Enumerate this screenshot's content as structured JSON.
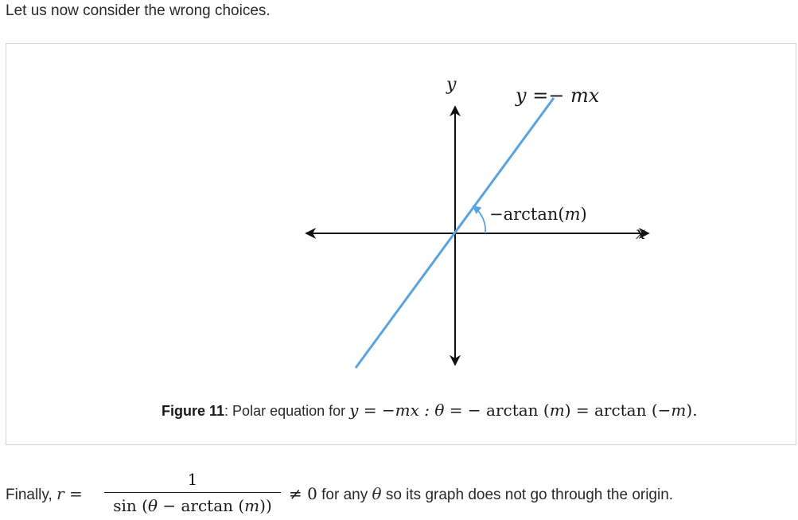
{
  "intro_text": "Let us now consider the wrong choices.",
  "figure": {
    "y_axis_label": "y",
    "x_axis_label": "x",
    "line_label": "y =− mx",
    "angle_label_sign": "−",
    "angle_label_fn": "arctan(",
    "angle_label_var": "m",
    "angle_label_close": ")",
    "line_color": "#5aa3e0",
    "axis_color": "#111111",
    "caption": {
      "label": "Figure 11",
      "colon": ":",
      "text": " Polar equation for ",
      "eq_lhs": "y = −mx : ",
      "eq_theta": "θ",
      "eq_mid": " =  − arctan (",
      "eq_m1": "m",
      "eq_mid2": ")  =  arctan (−",
      "eq_m2": "m",
      "eq_end": ")."
    }
  },
  "finally": {
    "lead": "Finally, ",
    "r_var": "r",
    "equals": " =",
    "numerator": "1",
    "den_prefix": "sin (",
    "den_theta": "θ",
    "den_mid": " − arctan (",
    "den_m": "m",
    "den_end": "))",
    "neq": "≠ 0",
    "text_for_any": " for any ",
    "theta": "θ",
    "text_end": " so its graph does not go through the origin."
  }
}
